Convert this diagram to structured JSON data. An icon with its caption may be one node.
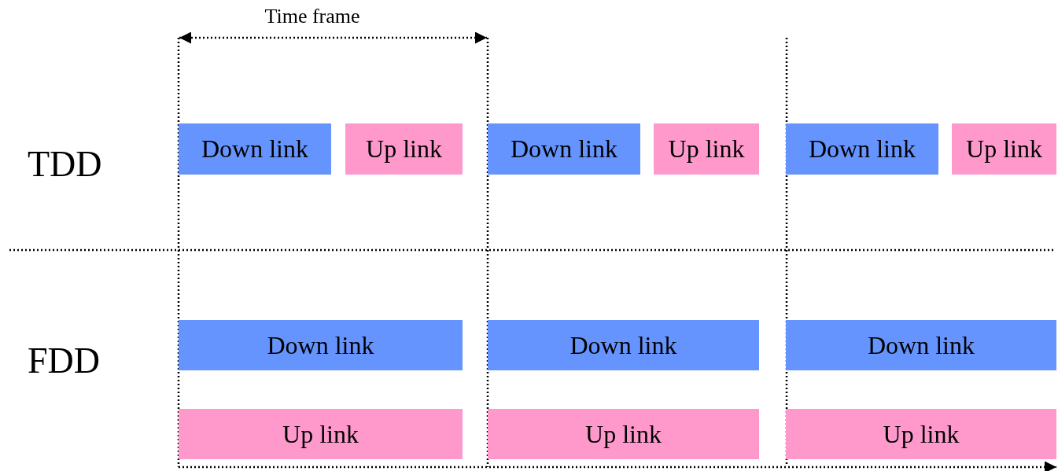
{
  "diagram": {
    "nodes": [
      {
        "text": [
          "Down link"
        ]
      },
      {
        "text": [
          "Up link"
        ]
      },
      {
        "text": [
          "Down link"
        ]
      },
      {
        "text": [
          "Up link"
        ]
      },
      {
        "text": [
          "Down link"
        ]
      },
      {
        "text": [
          "Up link"
        ]
      },
      {
        "text": [
          "Down link"
        ]
      },
      {
        "text": [
          "Down link"
        ]
      },
      {
        "text": [
          "Down link"
        ]
      },
      {
        "text": [
          "Up link"
        ]
      },
      {
        "text": [
          "Up link"
        ]
      },
      {
        "text": [
          "Up link"
        ]
      }
    ],
    "labels": [
      "Time frame",
      "TDD",
      "FDD"
    ]
  }
}
